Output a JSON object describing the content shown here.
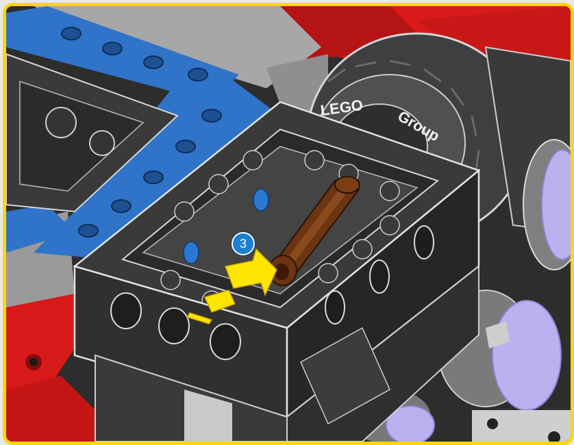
{
  "illustration": {
    "step_callout": "3",
    "wheel_text_left": "LEGO",
    "wheel_text_right": "Group",
    "colors": {
      "frame_border": "#ffd60a",
      "red_brick": "#d91a1a",
      "blue_plate": "#2f74c8",
      "dark_brick": "#3a3a3a",
      "light_gray": "#9a9a9a",
      "axle_brown": "#6b3412",
      "arrow_yellow": "#ffe600",
      "badge_blue": "#1d7fd0",
      "hubcap_lavender": "#b9b2ef"
    },
    "icons": [
      "arrow-insert-icon",
      "lego-axle-pin",
      "step-number-badge"
    ]
  }
}
